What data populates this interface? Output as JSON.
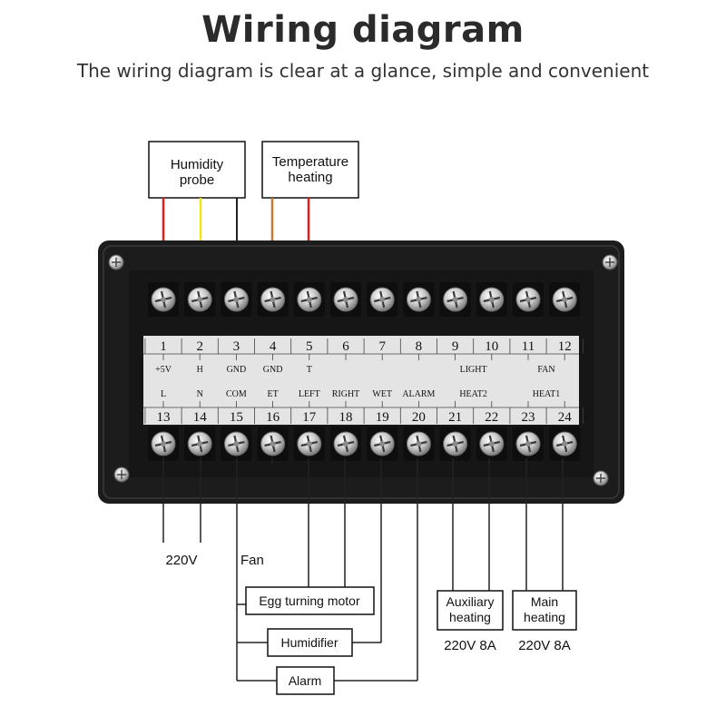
{
  "header": {
    "title": "Wiring diagram",
    "subtitle": "The wiring diagram is clear at a glance, simple and convenient"
  },
  "colors": {
    "panel": "#1c1c1c",
    "label_strip": "#e4e4e4",
    "wire_red": "#e41e1e",
    "wire_yellow": "#f2e31b",
    "wire_orange": "#c8782a",
    "wire_black": "#222222"
  },
  "top_boxes": {
    "humidity_probe": [
      "Humidity",
      "probe"
    ],
    "temperature_heating": [
      "Temperature",
      "heating"
    ]
  },
  "terminals": {
    "top_numbers": [
      "1",
      "2",
      "3",
      "4",
      "5",
      "6",
      "7",
      "8",
      "9",
      "10",
      "11",
      "12"
    ],
    "top_signals": [
      "+5V",
      "H",
      "GND",
      "GND",
      "T",
      "",
      "",
      "",
      "",
      "LIGHT",
      "",
      "FAN"
    ],
    "bottom_signals": [
      "L",
      "N",
      "COM",
      "ET",
      "LEFT",
      "RIGHT",
      "WET",
      "ALARM",
      "HEAT2",
      "",
      "HEAT1",
      ""
    ],
    "bottom_numbers": [
      "13",
      "14",
      "15",
      "16",
      "17",
      "18",
      "19",
      "20",
      "21",
      "22",
      "23",
      "24"
    ]
  },
  "bottom_labels": {
    "power": "220V",
    "fan": "Fan",
    "egg_turning_motor": "Egg turning motor",
    "humidifier": "Humidifier",
    "alarm": "Alarm",
    "auxiliary_heating": [
      "Auxiliary",
      "heating"
    ],
    "main_heating": [
      "Main",
      "heating"
    ],
    "aux_rating": "220V 8A",
    "main_rating": "220V 8A"
  },
  "icons": [
    "screw-terminal-icon",
    "mounting-screw-icon"
  ]
}
